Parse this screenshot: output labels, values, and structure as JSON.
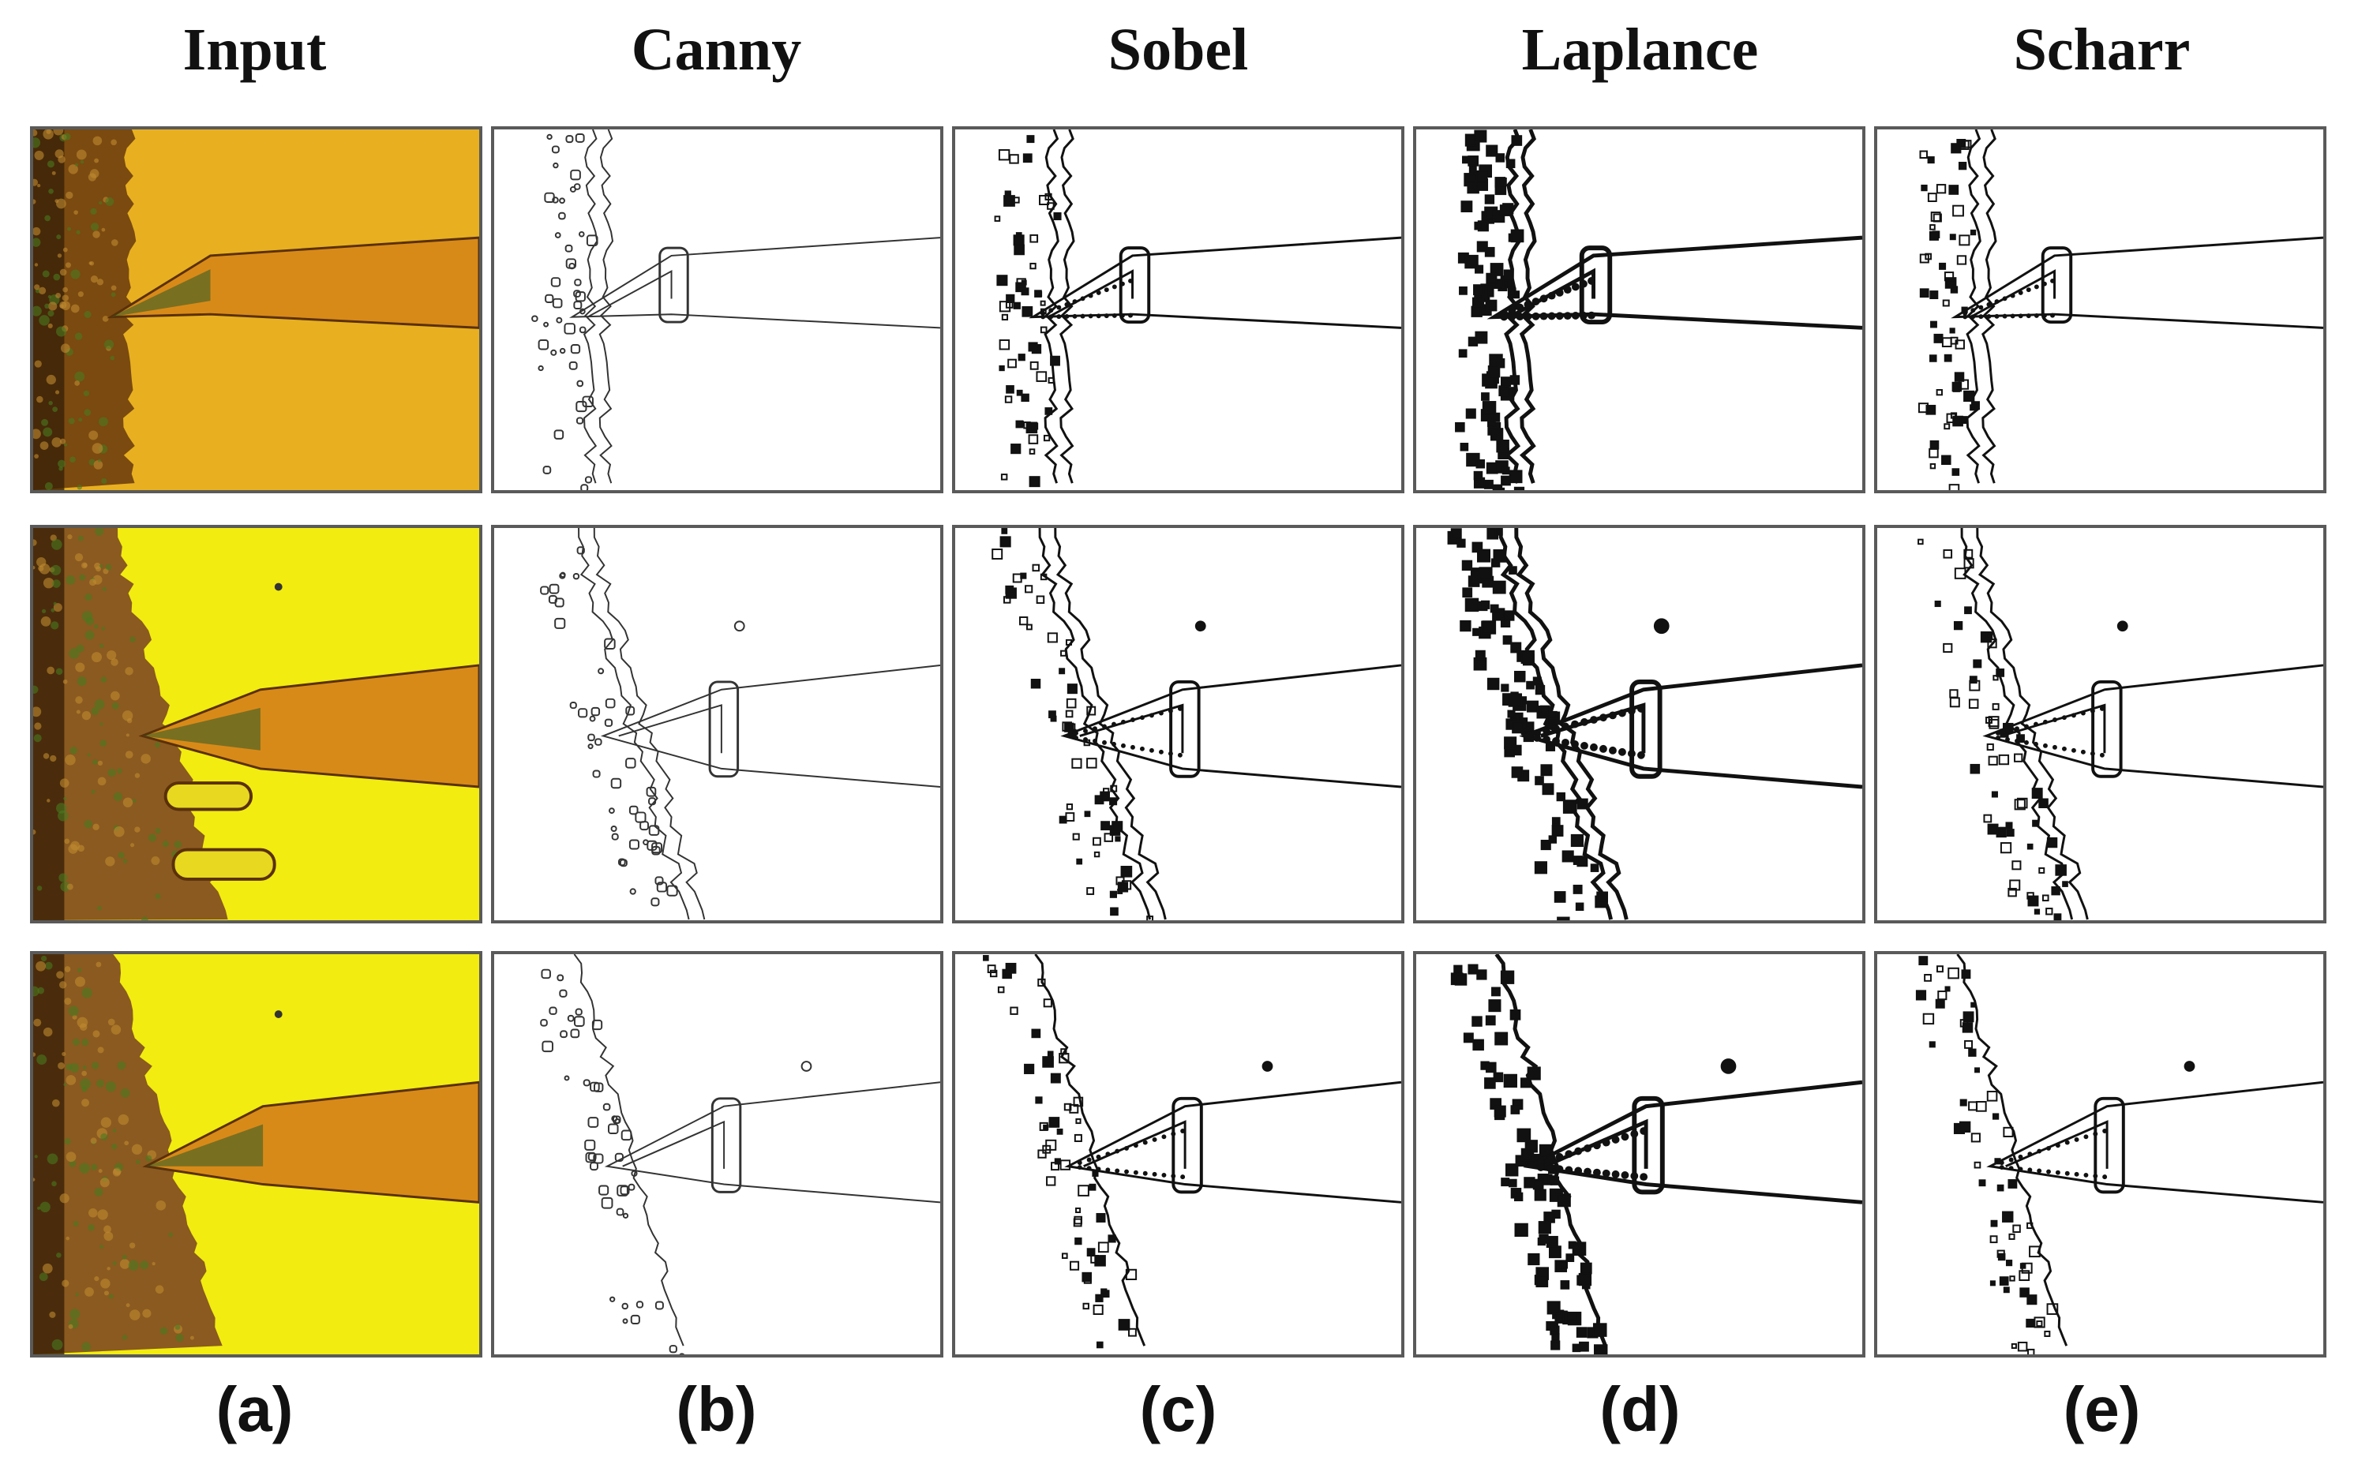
{
  "columns": [
    {
      "title": "Input",
      "label": "(a)"
    },
    {
      "title": "Canny",
      "label": "(b)"
    },
    {
      "title": "Sobel",
      "label": "(c)"
    },
    {
      "title": "Laplance",
      "label": "(d)"
    },
    {
      "title": "Scharr",
      "label": "(e)"
    }
  ],
  "rows": 3,
  "colors": {
    "input_bg": "#e8b020",
    "input_bg_bright": "#f2ec10",
    "edge": "#111111",
    "panel_border": "#5a5a5a"
  }
}
